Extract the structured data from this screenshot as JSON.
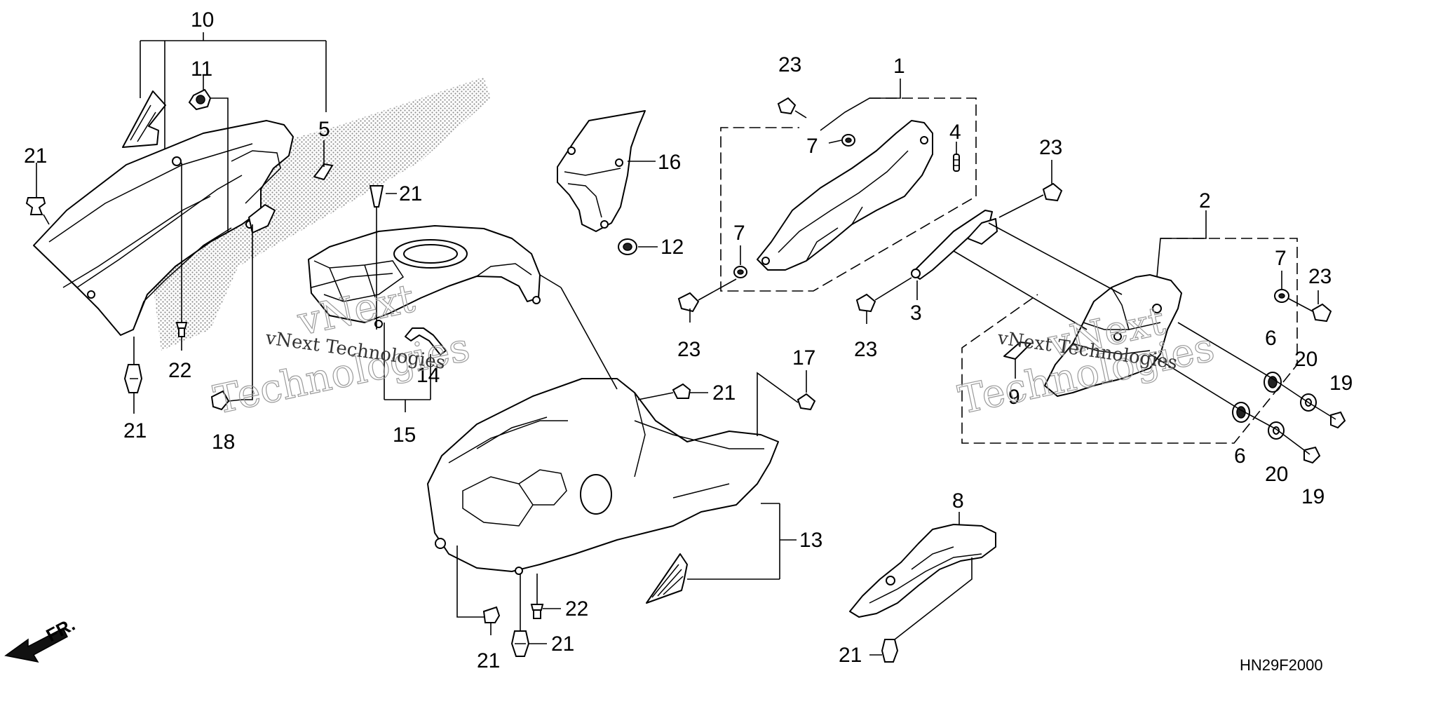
{
  "diagram": {
    "callouts": {
      "c1": "1",
      "c2": "2",
      "c3": "3",
      "c4": "4",
      "c5": "5",
      "c6a": "6",
      "c6b": "6",
      "c7a": "7",
      "c7b": "7",
      "c7c": "7",
      "c8": "8",
      "c9": "9",
      "c10": "10",
      "c11": "11",
      "c12": "12",
      "c13": "13",
      "c14": "14",
      "c15": "15",
      "c16": "16",
      "c17": "17",
      "c18": "18",
      "c19a": "19",
      "c19b": "19",
      "c20a": "20",
      "c20b": "20",
      "c21a": "21",
      "c21b": "21",
      "c21c": "21",
      "c21d": "21",
      "c21e": "21",
      "c21f": "21",
      "c21g": "21",
      "c22a": "22",
      "c22b": "22",
      "c23a": "23",
      "c23b": "23",
      "c23c": "23",
      "c23d": "23",
      "c23e": "23"
    },
    "watermarks": {
      "w1": "vNext",
      "w2": "Technologies",
      "w3": "vNext Technologies",
      "w4": "vNext",
      "w5": "Technologies",
      "w6": "vNext Technologies"
    },
    "front_label": "FR.",
    "drawing_code": "HN29F2000"
  }
}
